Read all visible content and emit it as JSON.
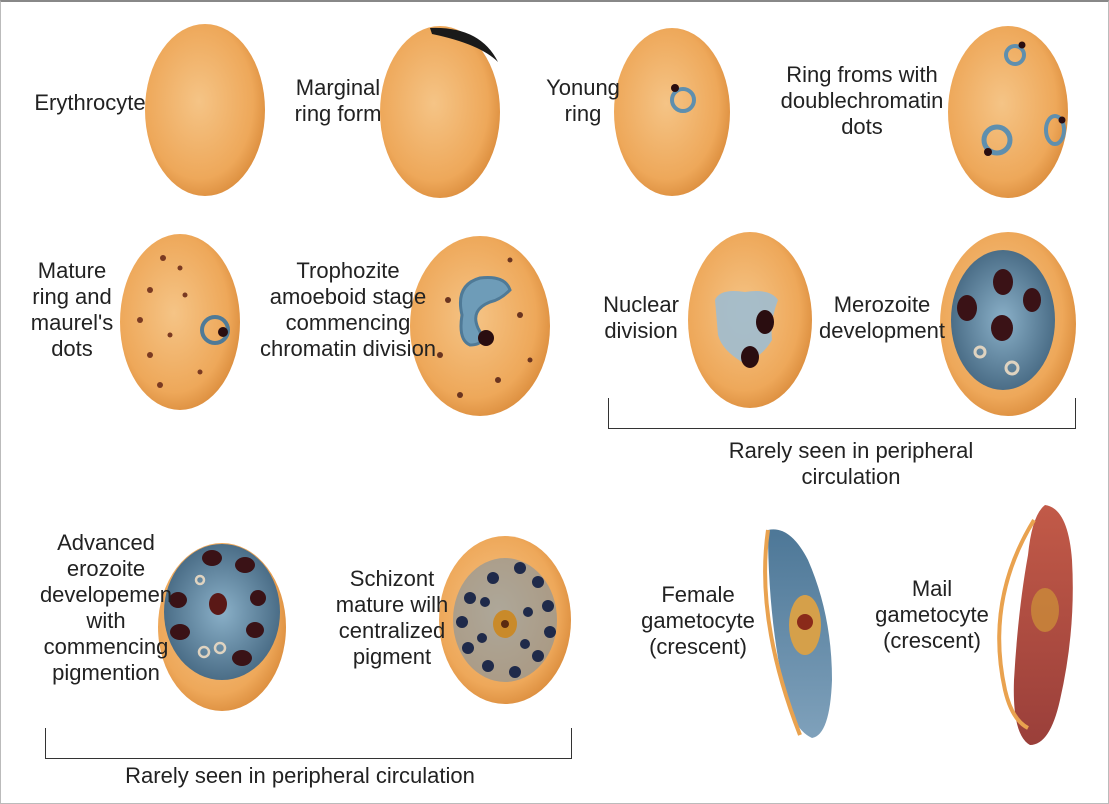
{
  "labels": [
    {
      "id": "erythrocyte",
      "lines": [
        "Erythrocyte"
      ]
    },
    {
      "id": "marginal-ring",
      "lines": [
        "Marginal",
        "ring form"
      ]
    },
    {
      "id": "young-ring",
      "lines": [
        "Yonung",
        "ring"
      ]
    },
    {
      "id": "double-chromatin",
      "lines": [
        "Ring froms with",
        "doublechromatin",
        "dots"
      ]
    },
    {
      "id": "maurer-dots",
      "lines": [
        "Mature",
        "ring and",
        "maurel's",
        "dots"
      ]
    },
    {
      "id": "trophozoite",
      "lines": [
        "Trophozite",
        "amoeboid stage",
        "commencing",
        "chromatin division"
      ]
    },
    {
      "id": "nuclear-division",
      "lines": [
        "Nuclear",
        "division"
      ]
    },
    {
      "id": "merozoite-development",
      "lines": [
        "Merozoite",
        "development"
      ]
    },
    {
      "id": "advanced-merozoite",
      "lines": [
        "Advanced",
        "erozoite",
        "developemen",
        "with",
        "commencing",
        "pigmention"
      ]
    },
    {
      "id": "schizont",
      "lines": [
        "Schizont",
        "mature wilh",
        "centralized",
        "pigment"
      ]
    },
    {
      "id": "female-gametocyte",
      "lines": [
        "Female",
        "gametocyte",
        "(crescent)"
      ]
    },
    {
      "id": "male-gametocyte",
      "lines": [
        "Mail",
        "gametocyte",
        "(crescent)"
      ]
    }
  ],
  "captions": {
    "upper": [
      "Rarely seen in peripheral",
      "circulation"
    ],
    "lower": "Rarely seen in peripheral circulation"
  },
  "colors": {
    "cell_fill": "#eea85a",
    "cell_edge": "#d98a3a",
    "parasite_blue": "#5f8fae",
    "chromatin": "#2a0d10",
    "crescent_red": "#b24a3e"
  }
}
